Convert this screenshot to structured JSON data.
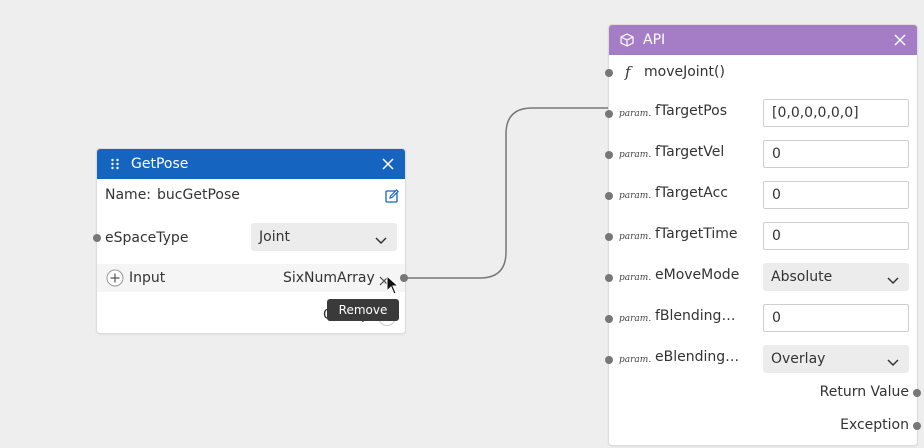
{
  "colors": {
    "getpose_header": "#1565c0",
    "api_header": "#a57dc7",
    "edge": "#777777",
    "port": "#777777",
    "canvas": "#eeeeee"
  },
  "getpose": {
    "title": "GetPose",
    "drag_icon": "drag-handle-icon",
    "close_icon": "close-icon",
    "name_label": "Name:",
    "name_value": "bucGetPose",
    "edit_icon": "edit-icon",
    "espace_label": "eSpaceType",
    "espace_value": "Joint",
    "input_add_icon": "plus-circle-icon",
    "input_label": "Input",
    "input_type": "SixNumArray",
    "remove_icon": "close-icon",
    "output_label_partial": "O",
    "output_label_partial_right": "p",
    "tooltip": "Remove"
  },
  "api": {
    "title": "API",
    "cube_icon": "cube-icon",
    "close_icon": "close-icon",
    "function_symbol": "f",
    "function_name": "moveJoint()",
    "param_tag": "param.",
    "params": [
      {
        "name": "fTargetPos",
        "kind": "input",
        "value": "[0,0,0,0,0,0]"
      },
      {
        "name": "fTargetVel",
        "kind": "input",
        "value": "0"
      },
      {
        "name": "fTargetAcc",
        "kind": "input",
        "value": "0"
      },
      {
        "name": "fTargetTime",
        "kind": "input",
        "value": "0"
      },
      {
        "name": "eMoveMode",
        "kind": "select",
        "value": "Absolute"
      },
      {
        "name": "fBlending…",
        "kind": "input",
        "value": "0"
      },
      {
        "name": "eBlending…",
        "kind": "select",
        "value": "Overlay"
      }
    ],
    "return_label": "Return Value",
    "exception_label": "Exception"
  }
}
